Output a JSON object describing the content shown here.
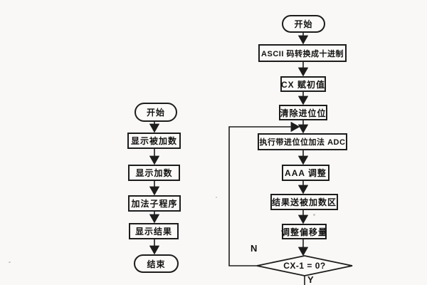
{
  "page": {
    "background_color": "#f9f8f6",
    "ink_color": "#1d1d1d",
    "description": "Scanned textbook page with two program flowcharts"
  },
  "left_flowchart": {
    "title": "main-program-flowchart",
    "nodes": [
      {
        "type": "terminal",
        "label": "开始"
      },
      {
        "type": "process",
        "label": "显示被加数"
      },
      {
        "type": "process",
        "label": "显示加数"
      },
      {
        "type": "process",
        "label": "加法子程序"
      },
      {
        "type": "process",
        "label": "显示结果"
      },
      {
        "type": "terminal",
        "label": "结束"
      }
    ]
  },
  "right_flowchart": {
    "title": "addition-subroutine-flowchart",
    "nodes": [
      {
        "type": "terminal",
        "label": "开始"
      },
      {
        "type": "process",
        "label": "ASCII 码转换成十进制"
      },
      {
        "type": "process",
        "label": "CX 赋初值"
      },
      {
        "type": "process",
        "label": "清除进位位"
      },
      {
        "type": "process",
        "label": "执行带进位位加法 ADC"
      },
      {
        "type": "process",
        "label": "AAA 调整"
      },
      {
        "type": "process",
        "label": "结果送被加数区"
      },
      {
        "type": "process",
        "label": "调整偏移量"
      },
      {
        "type": "decision",
        "label": "CX-1 = 0?"
      }
    ],
    "branch_labels": {
      "no": "N",
      "yes": "Y"
    },
    "loop": "N branch loops from decision diamond back to before ADC step"
  }
}
